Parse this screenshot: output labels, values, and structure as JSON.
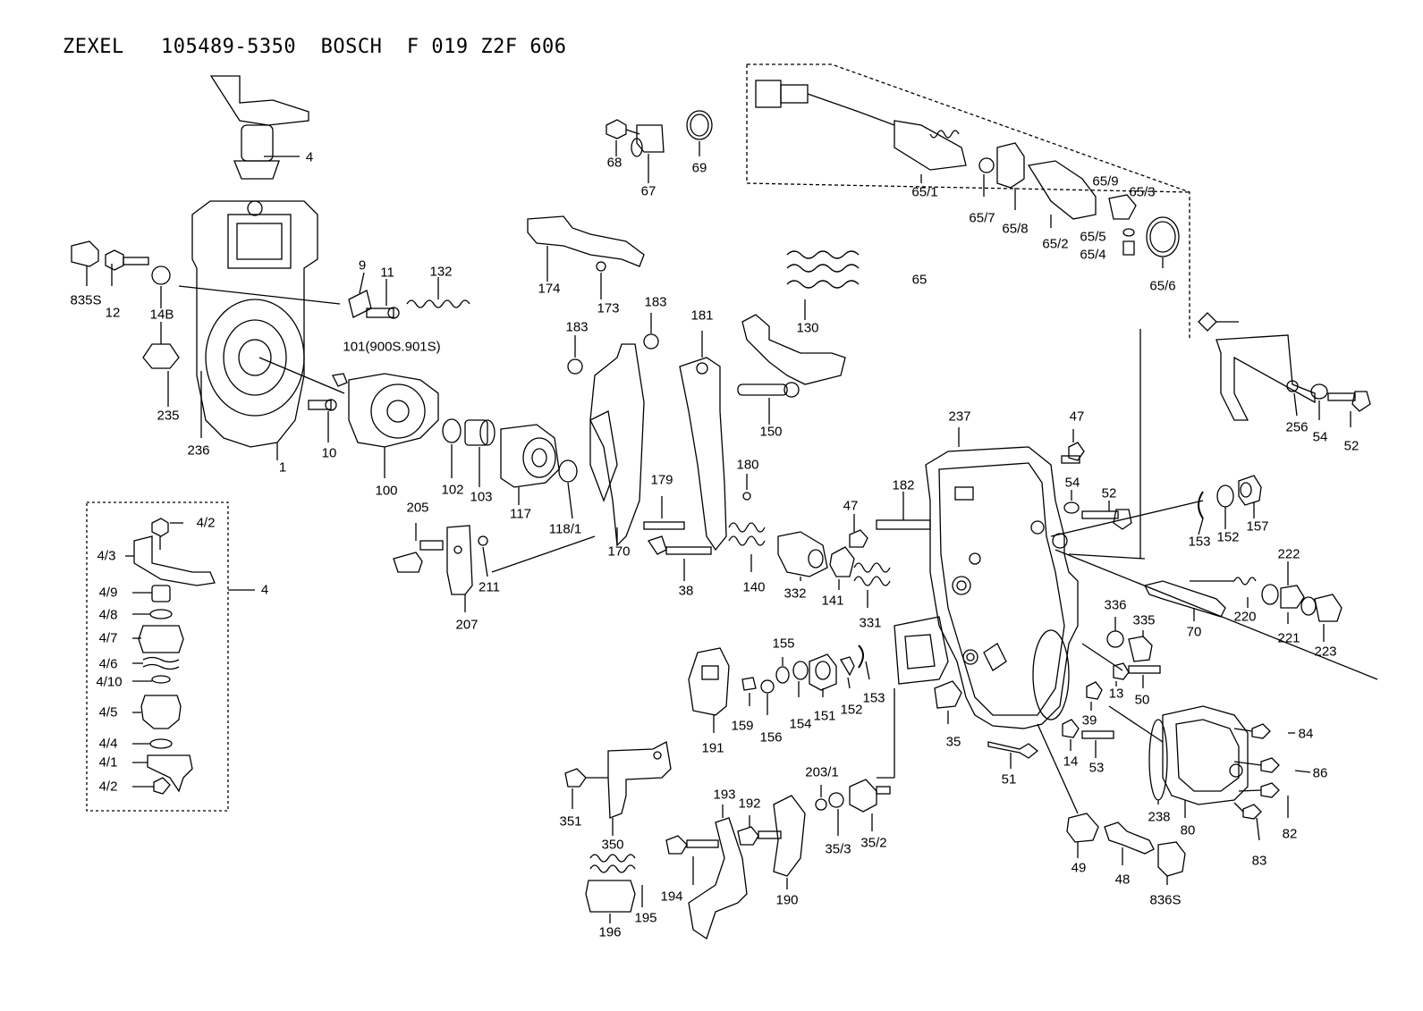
{
  "title": "ZEXEL   105489-5350  BOSCH  F 019 Z2F 606",
  "labels": {
    "l4_top": "4",
    "l835s": "835S",
    "l12": "12",
    "l14b": "14B",
    "l235": "235",
    "l236": "236",
    "l1": "1",
    "l10": "10",
    "l9": "9",
    "l11": "11",
    "l132": "132",
    "l101": "101(900S.901S)",
    "l100": "100",
    "l102": "102",
    "l103": "103",
    "l117": "117",
    "l118_1": "118/1",
    "l68": "68",
    "l67": "67",
    "l69": "69",
    "l174": "174",
    "l173": "173",
    "l183a": "183",
    "l183b": "183",
    "l181": "181",
    "l130": "130",
    "l150": "150",
    "l65_1": "65/1",
    "l65_7": "65/7",
    "l65_8": "65/8",
    "l65_2": "65/2",
    "l65_9": "65/9",
    "l65_3": "65/3",
    "l65_5": "65/5",
    "l65_4": "65/4",
    "l65_6": "65/6",
    "l65": "65",
    "l256": "256",
    "l54a": "54",
    "l52a": "52",
    "l237": "237",
    "l47a": "47",
    "l54b": "54",
    "l52b": "52",
    "l153a": "153",
    "l152a": "152",
    "l157": "157",
    "l170": "170",
    "l179": "179",
    "l180": "180",
    "l182": "182",
    "l47b": "47",
    "l205": "205",
    "l211": "211",
    "l207": "207",
    "l38": "38",
    "l140": "140",
    "l332": "332",
    "l141": "141",
    "l331": "331",
    "l222": "222",
    "l220": "220",
    "l221": "221",
    "l223": "223",
    "l70": "70",
    "l336": "336",
    "l335": "335",
    "l13": "13",
    "l50": "50",
    "l39": "39",
    "l14": "14",
    "l53": "53",
    "l191": "191",
    "l159": "159",
    "l156": "156",
    "l155": "155",
    "l154": "154",
    "l151": "151",
    "l152b": "152",
    "l153b": "153",
    "l35": "35",
    "l51": "51",
    "l84": "84",
    "l86": "86",
    "l82": "82",
    "l83": "83",
    "l80": "80",
    "l238": "238",
    "l49": "49",
    "l48": "48",
    "l836s": "836S",
    "l351": "351",
    "l350": "350",
    "l196": "196",
    "l195": "195",
    "l194": "194",
    "l193": "193",
    "l192": "192",
    "l190": "190",
    "l203_1": "203/1",
    "l35_3": "35/3",
    "l35_2": "35/2",
    "l4_2a": "4/2",
    "l4_3": "4/3",
    "l4_9": "4/9",
    "l4_8": "4/8",
    "l4_7": "4/7",
    "l4_6": "4/6",
    "l4_10": "4/10",
    "l4_5": "4/5",
    "l4_4": "4/4",
    "l4_1": "4/1",
    "l4_2b": "4/2",
    "l4_box": "4"
  }
}
